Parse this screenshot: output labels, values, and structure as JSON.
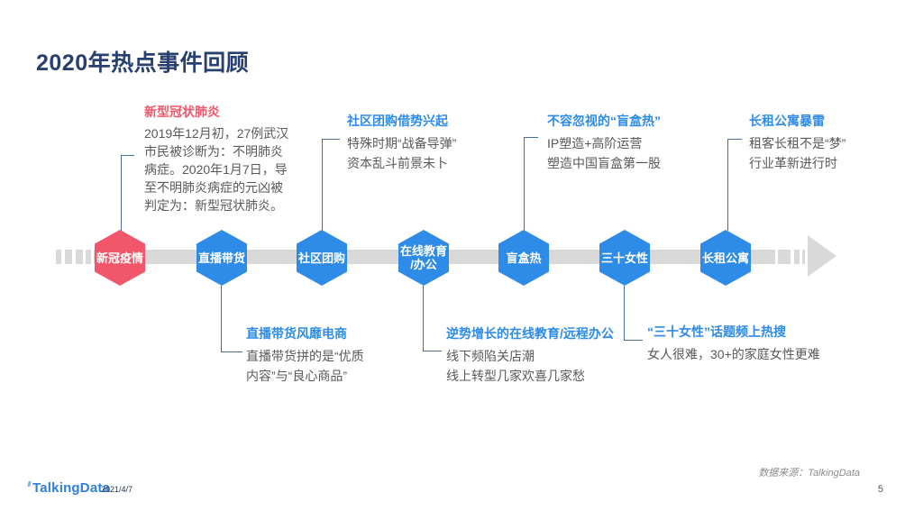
{
  "slide": {
    "title": "2020年热点事件回顾",
    "logo_text": "TalkingData",
    "date": "2021/4/7",
    "source_note": "数据来源：TalkingData",
    "page_number": "5"
  },
  "colors": {
    "accent_blue": "#2e8ce8",
    "accent_red": "#f2566b",
    "timeline_gray": "#d9d9d9",
    "heading_navy": "#27406e",
    "connector_blue": "#4a6d9b",
    "body_text_gray": "#595959",
    "logo_blue": "#2f80dd"
  },
  "icons": {
    "timeline_arrow": "right-arrow-triangle",
    "logo_mark": "talkingdata-tick"
  },
  "timeline": {
    "events": [
      {
        "label1": "新冠疫情"
      },
      {
        "label1": "直播带货"
      },
      {
        "label1": "社区团购"
      },
      {
        "label1": "在线教育",
        "label2": "/办公"
      },
      {
        "label1": "盲盒热"
      },
      {
        "label1": "三十女性"
      },
      {
        "label1": "长租公寓"
      }
    ]
  },
  "annotations": {
    "top": [
      {
        "title": "新型冠状肺炎",
        "line1": "2019年12月初，27例武汉",
        "line2": "市民被诊断为：不明肺炎",
        "line3": "病症。2020年1月7日，导",
        "line4": "至不明肺炎病症的元凶被",
        "line5": "判定为：新型冠状肺炎。"
      },
      {
        "title": "社区团购借势兴起",
        "line1": "特殊时期“战备导弹”",
        "line2": "资本乱斗前景未卜"
      },
      {
        "title": "不容忽视的“盲盒热”",
        "line1": "IP塑造+高阶运营",
        "line2": "塑造中国盲盒第一股"
      },
      {
        "title": "长租公寓暴雷",
        "line1": "租客长租不是“梦”",
        "line2": "行业革新进行时"
      }
    ],
    "bottom": [
      {
        "title": "直播带货风靡电商",
        "line1": "直播带货拼的是“优质",
        "line2": "内容”与“良心商品”"
      },
      {
        "title": "逆势增长的在线教育/远程办公",
        "line1": "线下频陷关店潮",
        "line2": "线上转型几家欢喜几家愁"
      },
      {
        "title": "“三十女性”话题频上热搜",
        "line1": "女人很难，30+的家庭女性更难"
      }
    ]
  }
}
